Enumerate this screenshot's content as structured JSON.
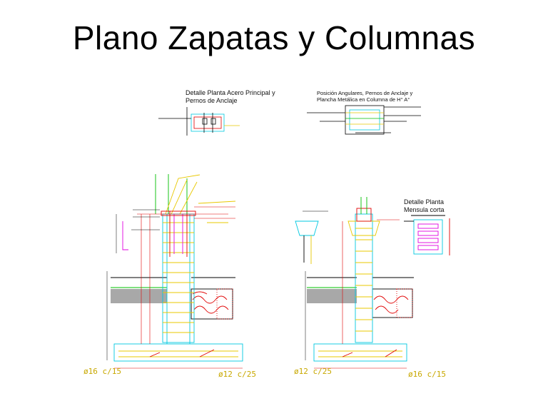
{
  "title": "Plano Zapatas y Columnas",
  "details": {
    "top_left": [
      "Detalle Planta Acero  Principal y",
      "Pernos de Anclaje"
    ],
    "top_right": [
      "Posición Angulares, Pernos de Anclaje y",
      "Plancha Metálica en Columna de H° A°"
    ],
    "mensula": [
      "Detalle Planta",
      "Mensula corta"
    ]
  },
  "bar_labels": {
    "left_a": "ø16 c/15",
    "left_b": "ø12 c/25",
    "right_a": "ø12 c/25",
    "right_b": "ø16 c/15"
  },
  "colors": {
    "rebar_cyan": "#00c8e0",
    "rebar_yellow": "#e8c800",
    "red": "#e00000",
    "magenta": "#e000e0",
    "green": "#00c000",
    "soil_gray": "#a8a8a8"
  }
}
